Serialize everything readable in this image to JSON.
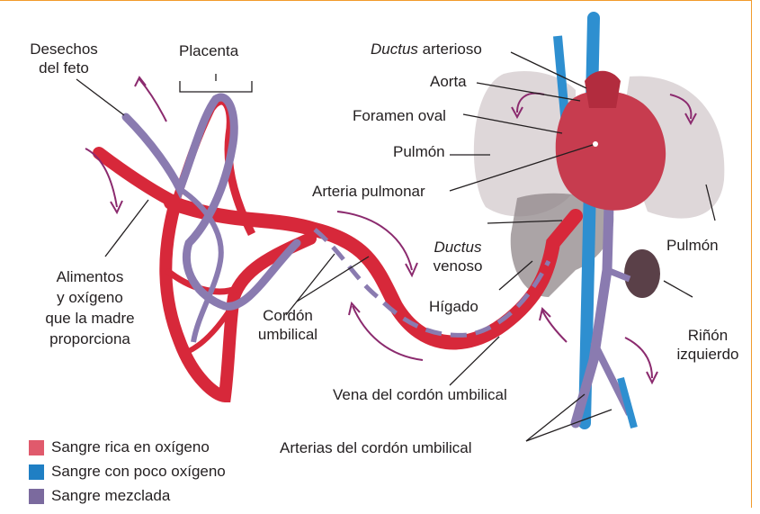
{
  "labels": {
    "desechos": [
      "Desechos",
      "del feto"
    ],
    "placenta": "Placenta",
    "ductus_arterioso_italic": "Ductus",
    "ductus_arterioso_rest": " arterioso",
    "aorta": "Aorta",
    "foramen_oval": "Foramen oval",
    "pulmon_left": "Pulmón",
    "arteria_pulmonar": "Arteria pulmonar",
    "ductus_venoso_italic": "Ductus",
    "ductus_venoso_rest": "venoso",
    "pulmon_right": "Pulmón",
    "alimentos": [
      "Alimentos",
      "y oxígeno",
      "que la madre",
      "proporciona"
    ],
    "cordon": [
      "Cordón",
      "umbilical"
    ],
    "higado": "Hígado",
    "rinon": [
      "Riñón",
      "izquierdo"
    ],
    "vena_cordon": "Vena del cordón umbilical",
    "arterias_cordon": "Arterias del cordón umbilical"
  },
  "legend": [
    {
      "text": "Sangre rica en oxígeno",
      "color": "#e05a6c"
    },
    {
      "text": "Sangre con poco oxígeno",
      "color": "#1f7fc4"
    },
    {
      "text": "Sangre mezclada",
      "color": "#7b6a9e"
    }
  ],
  "colors": {
    "frame": "#f29b2b",
    "oxygen_rich": "#d7283a",
    "oxygen_poor": "#2e8fd0",
    "mixed": "#8a7bb0",
    "arrow": "#8b2a6e",
    "organ": "#d9d2d4"
  }
}
